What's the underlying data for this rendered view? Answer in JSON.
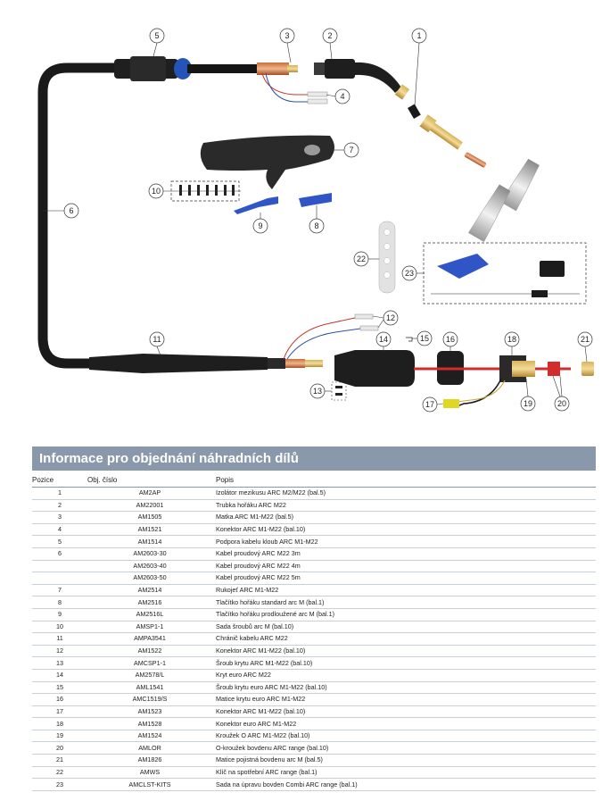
{
  "diagram": {
    "callouts": [
      "1",
      "2",
      "3",
      "4",
      "5",
      "6",
      "7",
      "8",
      "9",
      "10",
      "11",
      "12",
      "13",
      "14",
      "15",
      "16",
      "17",
      "18",
      "19",
      "20",
      "21",
      "22",
      "23"
    ]
  },
  "section_title": "Informace pro objednání náhradních dílů",
  "table": {
    "headers": [
      "Pozice",
      "Obj. číslo",
      "Popis"
    ],
    "rows": [
      [
        "1",
        "AM2AP",
        "Izolátor mezikusu ARC M2/M22 (bal.5)"
      ],
      [
        "2",
        "AM22001",
        "Trubka hořáku ARC M22"
      ],
      [
        "3",
        "AM1505",
        "Matka ARC M1-M22 (bal.5)"
      ],
      [
        "4",
        "AM1521",
        "Konektor ARC M1-M22 (bal.10)"
      ],
      [
        "5",
        "AM1514",
        "Podpora kabelu kloub ARC M1-M22"
      ],
      [
        "6",
        "AM2603-30",
        "Kabel proudový ARC M22 3m"
      ],
      [
        "",
        "AM2603-40",
        "Kabel proudový ARC M22 4m"
      ],
      [
        "",
        "AM2603-50",
        "Kabel proudový ARC M22 5m"
      ],
      [
        "7",
        "AM2514",
        "Rukojeť ARC M1-M22"
      ],
      [
        "8",
        "AM2516",
        "Tlačítko hořáku standard arc M (bal.1)"
      ],
      [
        "9",
        "AM2516L",
        "Tlačítko hořáku prodloužené arc M (bal.1)"
      ],
      [
        "10",
        "AMSP1-1",
        "Sada šroubů arc M (bal.10)"
      ],
      [
        "11",
        "AMPA3541",
        "Chránič kabelu ARC M22"
      ],
      [
        "12",
        "AM1522",
        "Konektor ARC M1-M22 (bal.10)"
      ],
      [
        "13",
        "AMCSP1-1",
        "Šroub krytu ARC M1-M22 (bal.10)"
      ],
      [
        "14",
        "AM2578/L",
        "Kryt euro ARC M22"
      ],
      [
        "15",
        "AML1541",
        "Šroub krytu euro ARC M1-M22 (bal.10)"
      ],
      [
        "16",
        "AMC1519/S",
        "Matice krytu euro ARC M1-M22"
      ],
      [
        "17",
        "AM1523",
        "Konektor ARC M1-M22 (bal.10)"
      ],
      [
        "18",
        "AM1528",
        "Konektor euro ARC M1-M22"
      ],
      [
        "19",
        "AM1524",
        "Kroužek O ARC M1-M22 (bal.10)"
      ],
      [
        "20",
        "AMLOR",
        "O-kroužek bovdenu ARC range (bal.10)"
      ],
      [
        "21",
        "AM1826",
        "Matice pojistná bovdenu arc M (bal.5)"
      ],
      [
        "22",
        "AMWS",
        "Klíč na spotřební ARC range (bal.1)"
      ],
      [
        "23",
        "AMCLST-KITS",
        "Sada na úpravu bovden Combi ARC range (bal.1)"
      ]
    ]
  }
}
